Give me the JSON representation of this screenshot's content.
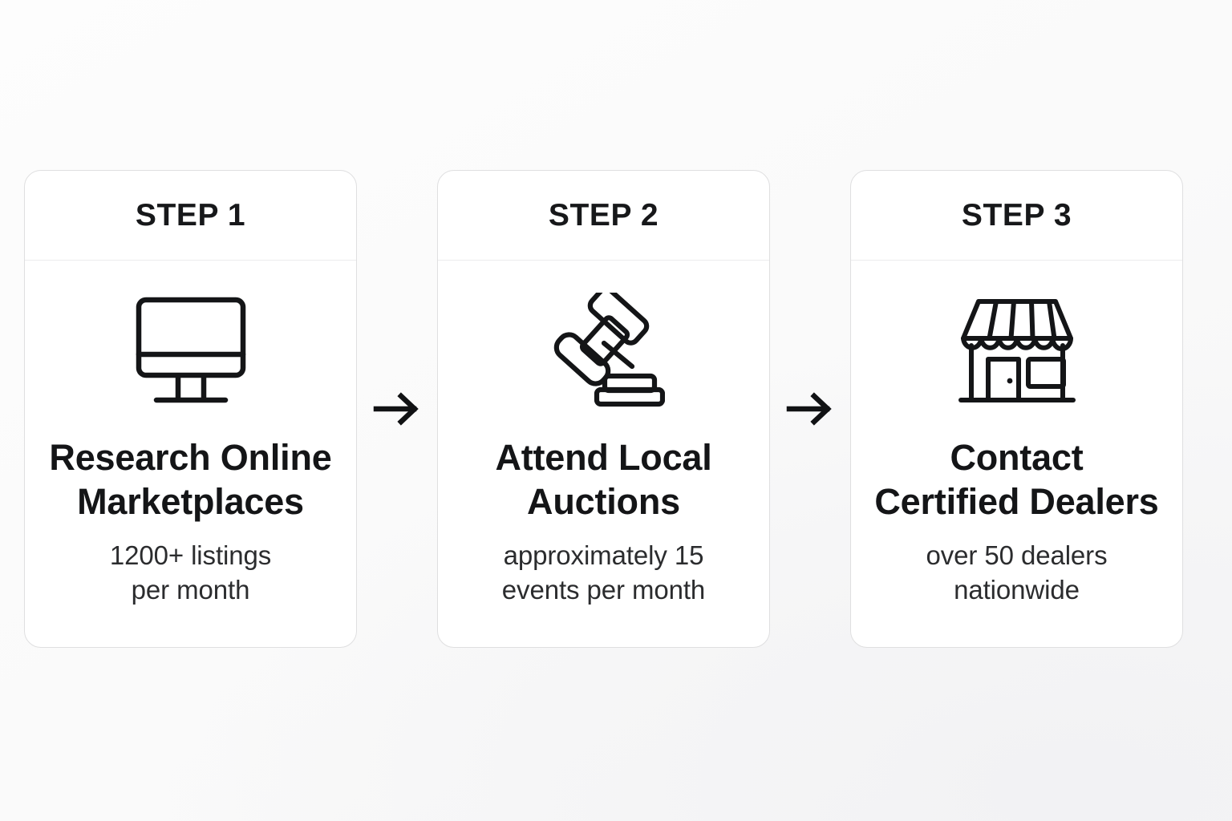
{
  "background": {
    "color": "#fafafa",
    "accent_border": "#dfdfe0",
    "text_color": "#141517"
  },
  "flow": {
    "arrows": [
      {
        "icon": "arrow-right-icon",
        "glyph": "→"
      },
      {
        "icon": "arrow-right-icon",
        "glyph": "→"
      }
    ],
    "cards": [
      {
        "step_label": "STEP 1",
        "icon": "monitor-icon",
        "title": "Research Online\nMarketplaces",
        "subtitle": "1200+ listings\nper month"
      },
      {
        "step_label": "STEP 2",
        "icon": "gavel-icon",
        "title": "Attend Local\nAuctions",
        "subtitle": "approximately 15\nevents per month"
      },
      {
        "step_label": "STEP 3",
        "icon": "storefront-icon",
        "title": "Contact\nCertified Dealers",
        "subtitle": "over 50 dealers\nnationwide"
      }
    ]
  }
}
